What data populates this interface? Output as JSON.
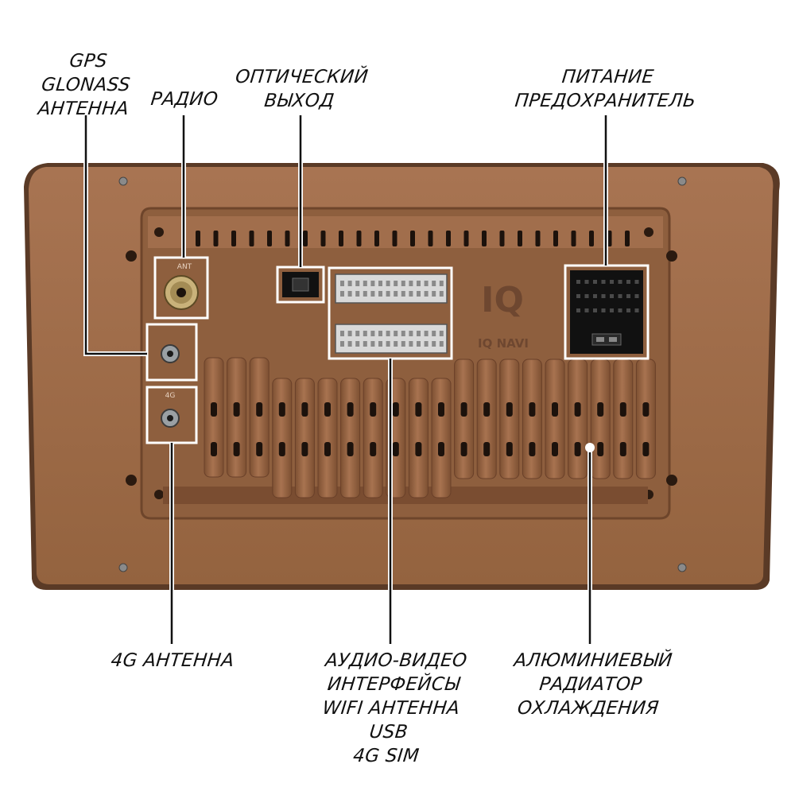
{
  "labels": {
    "gps": [
      "GPS",
      "GLONASS",
      "АНТЕННА"
    ],
    "radio": "РАДИО",
    "optical": [
      "ОПТИЧЕСКИЙ",
      "ВЫХОД"
    ],
    "power": [
      "ПИТАНИЕ",
      "ПРЕДОХРАНИТЕЛЬ"
    ],
    "antenna_4g": "4G АНТЕННА",
    "av": [
      "АУДИО-ВИДЕО",
      "ИНТЕРФЕЙСЫ",
      "WIFI АНТЕННА",
      "USB",
      "4G SIM"
    ],
    "radiator": [
      "АЛЮМИНИЕВЫЙ",
      "РАДИАТОР",
      "ОХЛАЖДЕНИЯ"
    ]
  },
  "device": {
    "ant_marking": "ANT",
    "port_4g_marking": "4G",
    "brand_logo": "IQ",
    "brand_name": "IQ NAVI"
  },
  "colors": {
    "body": "#9c6a48",
    "body_dark": "#7a4e33",
    "body_light": "#b78563",
    "outline": "#ffffff",
    "line": "#111111"
  }
}
